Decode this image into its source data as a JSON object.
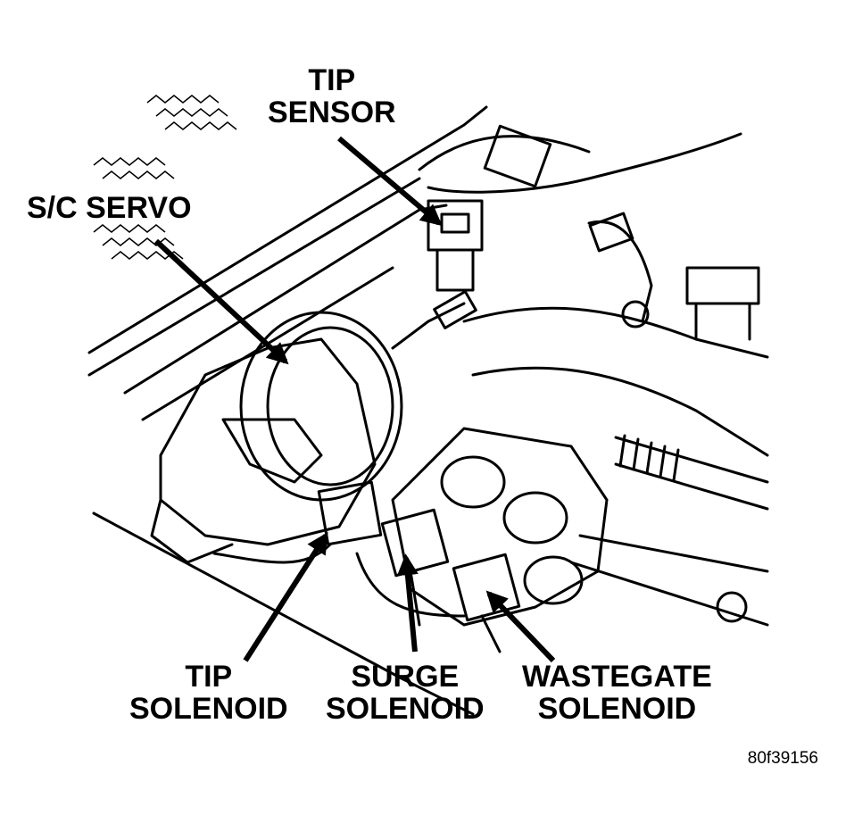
{
  "labels": {
    "tip_sensor": [
      "TIP",
      "SENSOR"
    ],
    "sc_servo": "S/C SERVO",
    "tip_solenoid": [
      "TIP",
      "SOLENOID"
    ],
    "surge_solenoid": [
      "SURGE",
      "SOLENOID"
    ],
    "wastegate_solenoid": [
      "WASTEGATE",
      "SOLENOID"
    ]
  },
  "figure_id": "80f39156",
  "colors": {
    "ink": "#000000",
    "paper": "#ffffff"
  }
}
